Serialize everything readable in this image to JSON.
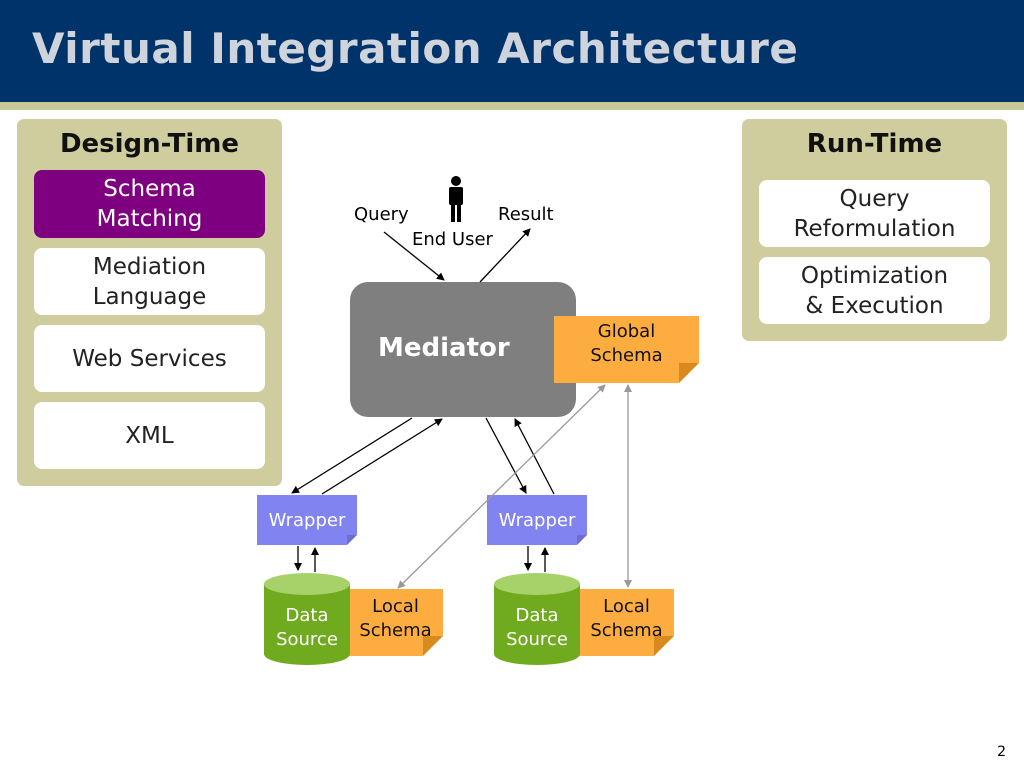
{
  "slide": {
    "title": "Virtual Integration Architecture",
    "page_number": "2"
  },
  "design_time": {
    "heading": "Design-Time",
    "items": [
      {
        "label": "Schema\nMatching",
        "highlighted": true
      },
      {
        "label": "Mediation\nLanguage",
        "highlighted": false
      },
      {
        "label": "Web Services",
        "highlighted": false
      },
      {
        "label": "XML",
        "highlighted": false
      }
    ]
  },
  "run_time": {
    "heading": "Run-Time",
    "items": [
      {
        "label": "Query\nReformulation"
      },
      {
        "label": "Optimization\n& Execution"
      }
    ]
  },
  "diagram": {
    "user_icon": "person-icon",
    "query_label": "Query",
    "result_label": "Result",
    "end_user_label": "End User",
    "mediator_label": "Mediator",
    "global_schema_label": "Global\nSchema",
    "wrapper_left_label": "Wrapper",
    "wrapper_right_label": "Wrapper",
    "data_source_left_label": "Data\nSource",
    "data_source_right_label": "Data\nSource",
    "local_schema_left_label": "Local\nSchema",
    "local_schema_right_label": "Local\nSchema"
  },
  "colors": {
    "title_bar": "#00336a",
    "panel": "#cfcd9e",
    "highlight": "#7e0080",
    "mediator": "#7f7f7f",
    "schema_note": "#fdac3f",
    "wrapper": "#8183f0",
    "data_source": "#6faa1f"
  }
}
